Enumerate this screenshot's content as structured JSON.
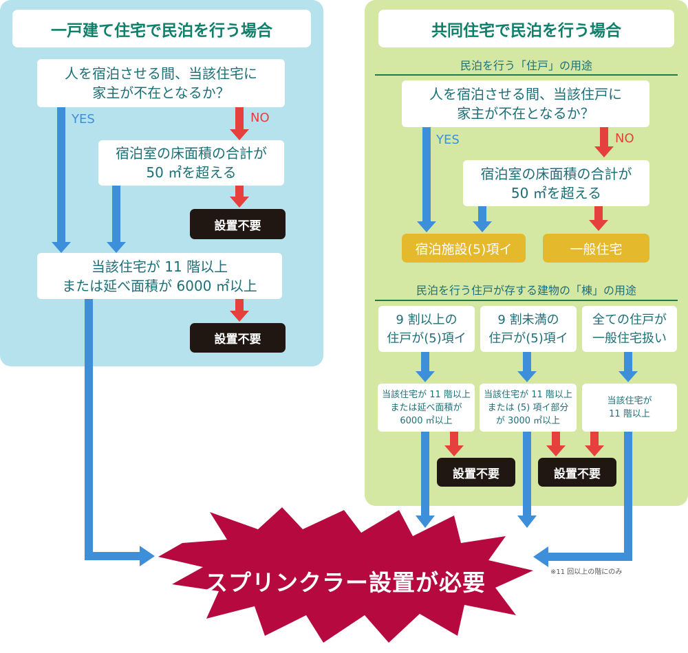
{
  "colors": {
    "left_panel": "#b5e2ec",
    "right_panel": "#d4e8a3",
    "blue_arrow": "#3c8fd8",
    "red_arrow": "#e5403d",
    "dark_box": "#201713",
    "yellow_box": "#e5b92c",
    "burst": "#b5093f"
  },
  "left": {
    "title": "一戸建て住宅で民泊を行う場合",
    "q1": "人を宿泊させる間、当該住宅に\n家主が不在となるか？",
    "yes": "YES",
    "no": "NO",
    "q2": "宿泊室の床面積の合計が\n50 ㎡を超える",
    "not_required_1": "設置不要",
    "q3": "当該住宅が 11 階以上\nまたは延べ面積が 6000 ㎡以上",
    "not_required_2": "設置不要"
  },
  "right": {
    "title": "共同住宅で民泊を行う場合",
    "section1": "民泊を行う「住戸」の用途",
    "q1": "人を宿泊させる間、当該住戸に\n家主が不在となるか？",
    "yes": "YES",
    "no": "NO",
    "q2": "宿泊室の床面積の合計が\n50 ㎡を超える",
    "result_a": "宿泊施設(5)項イ",
    "result_b": "一般住宅",
    "section2": "民泊を行う住戸が存する建物の「棟」の用途",
    "col1_top": "9 割以上の\n住戸が(5)項イ",
    "col2_top": "9 割未満の\n住戸が(5)項イ",
    "col3_top": "全ての住戸が\n一般住宅扱い",
    "col1_cond": "当該住宅が 11 階以上\nまたは延べ面積が\n6000 ㎡以上",
    "col2_cond": "当該住宅が 11 階以上\nまたは (5) 項イ部分\nが 3000 ㎡以上",
    "col3_cond": "当該住宅が\n11 階以上",
    "not_required_1": "設置不要",
    "not_required_2": "設置不要"
  },
  "result": {
    "text": "スプリンクラー設置が必要",
    "note": "※11 回以上の階にのみ"
  }
}
